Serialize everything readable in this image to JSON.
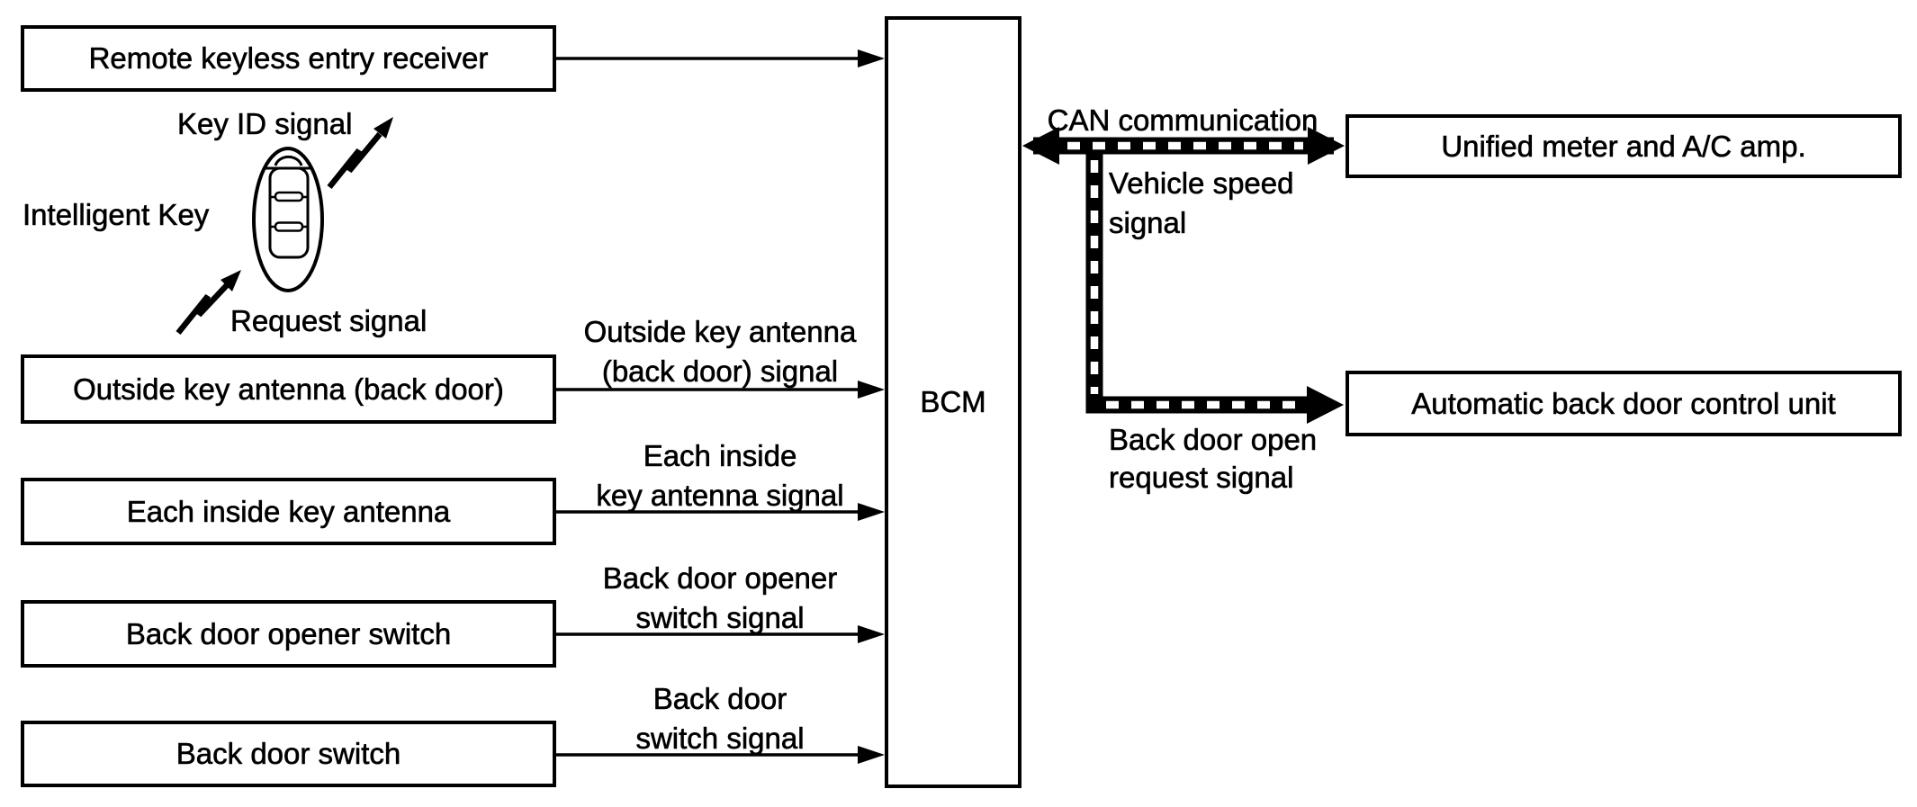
{
  "boxes": {
    "left": [
      {
        "label": "Remote keyless entry receiver"
      },
      {
        "label": "Outside key antenna (back door)"
      },
      {
        "label": "Each inside key antenna"
      },
      {
        "label": "Back door opener switch"
      },
      {
        "label": "Back door switch"
      }
    ],
    "bcm": {
      "label": "BCM"
    },
    "right": [
      {
        "label": "Unified meter and A/C amp."
      },
      {
        "label": "Automatic back door control unit"
      }
    ]
  },
  "signals": {
    "outside_key_antenna": [
      "Outside key antenna",
      "(back door) signal"
    ],
    "each_inside_key_antenna": [
      "Each inside",
      "key antenna signal"
    ],
    "back_door_opener_switch": [
      "Back door opener",
      "switch signal"
    ],
    "back_door_switch": [
      "Back door",
      "switch signal"
    ],
    "can_communication": "CAN communication",
    "vehicle_speed": [
      "Vehicle speed",
      "signal"
    ],
    "back_door_open_request": [
      "Back door open",
      "request signal"
    ],
    "key_id": "Key ID signal",
    "request": "Request signal"
  },
  "key_fob": {
    "label": "Intelligent Key"
  },
  "colors": {
    "line": "#000000",
    "background": "#ffffff"
  }
}
